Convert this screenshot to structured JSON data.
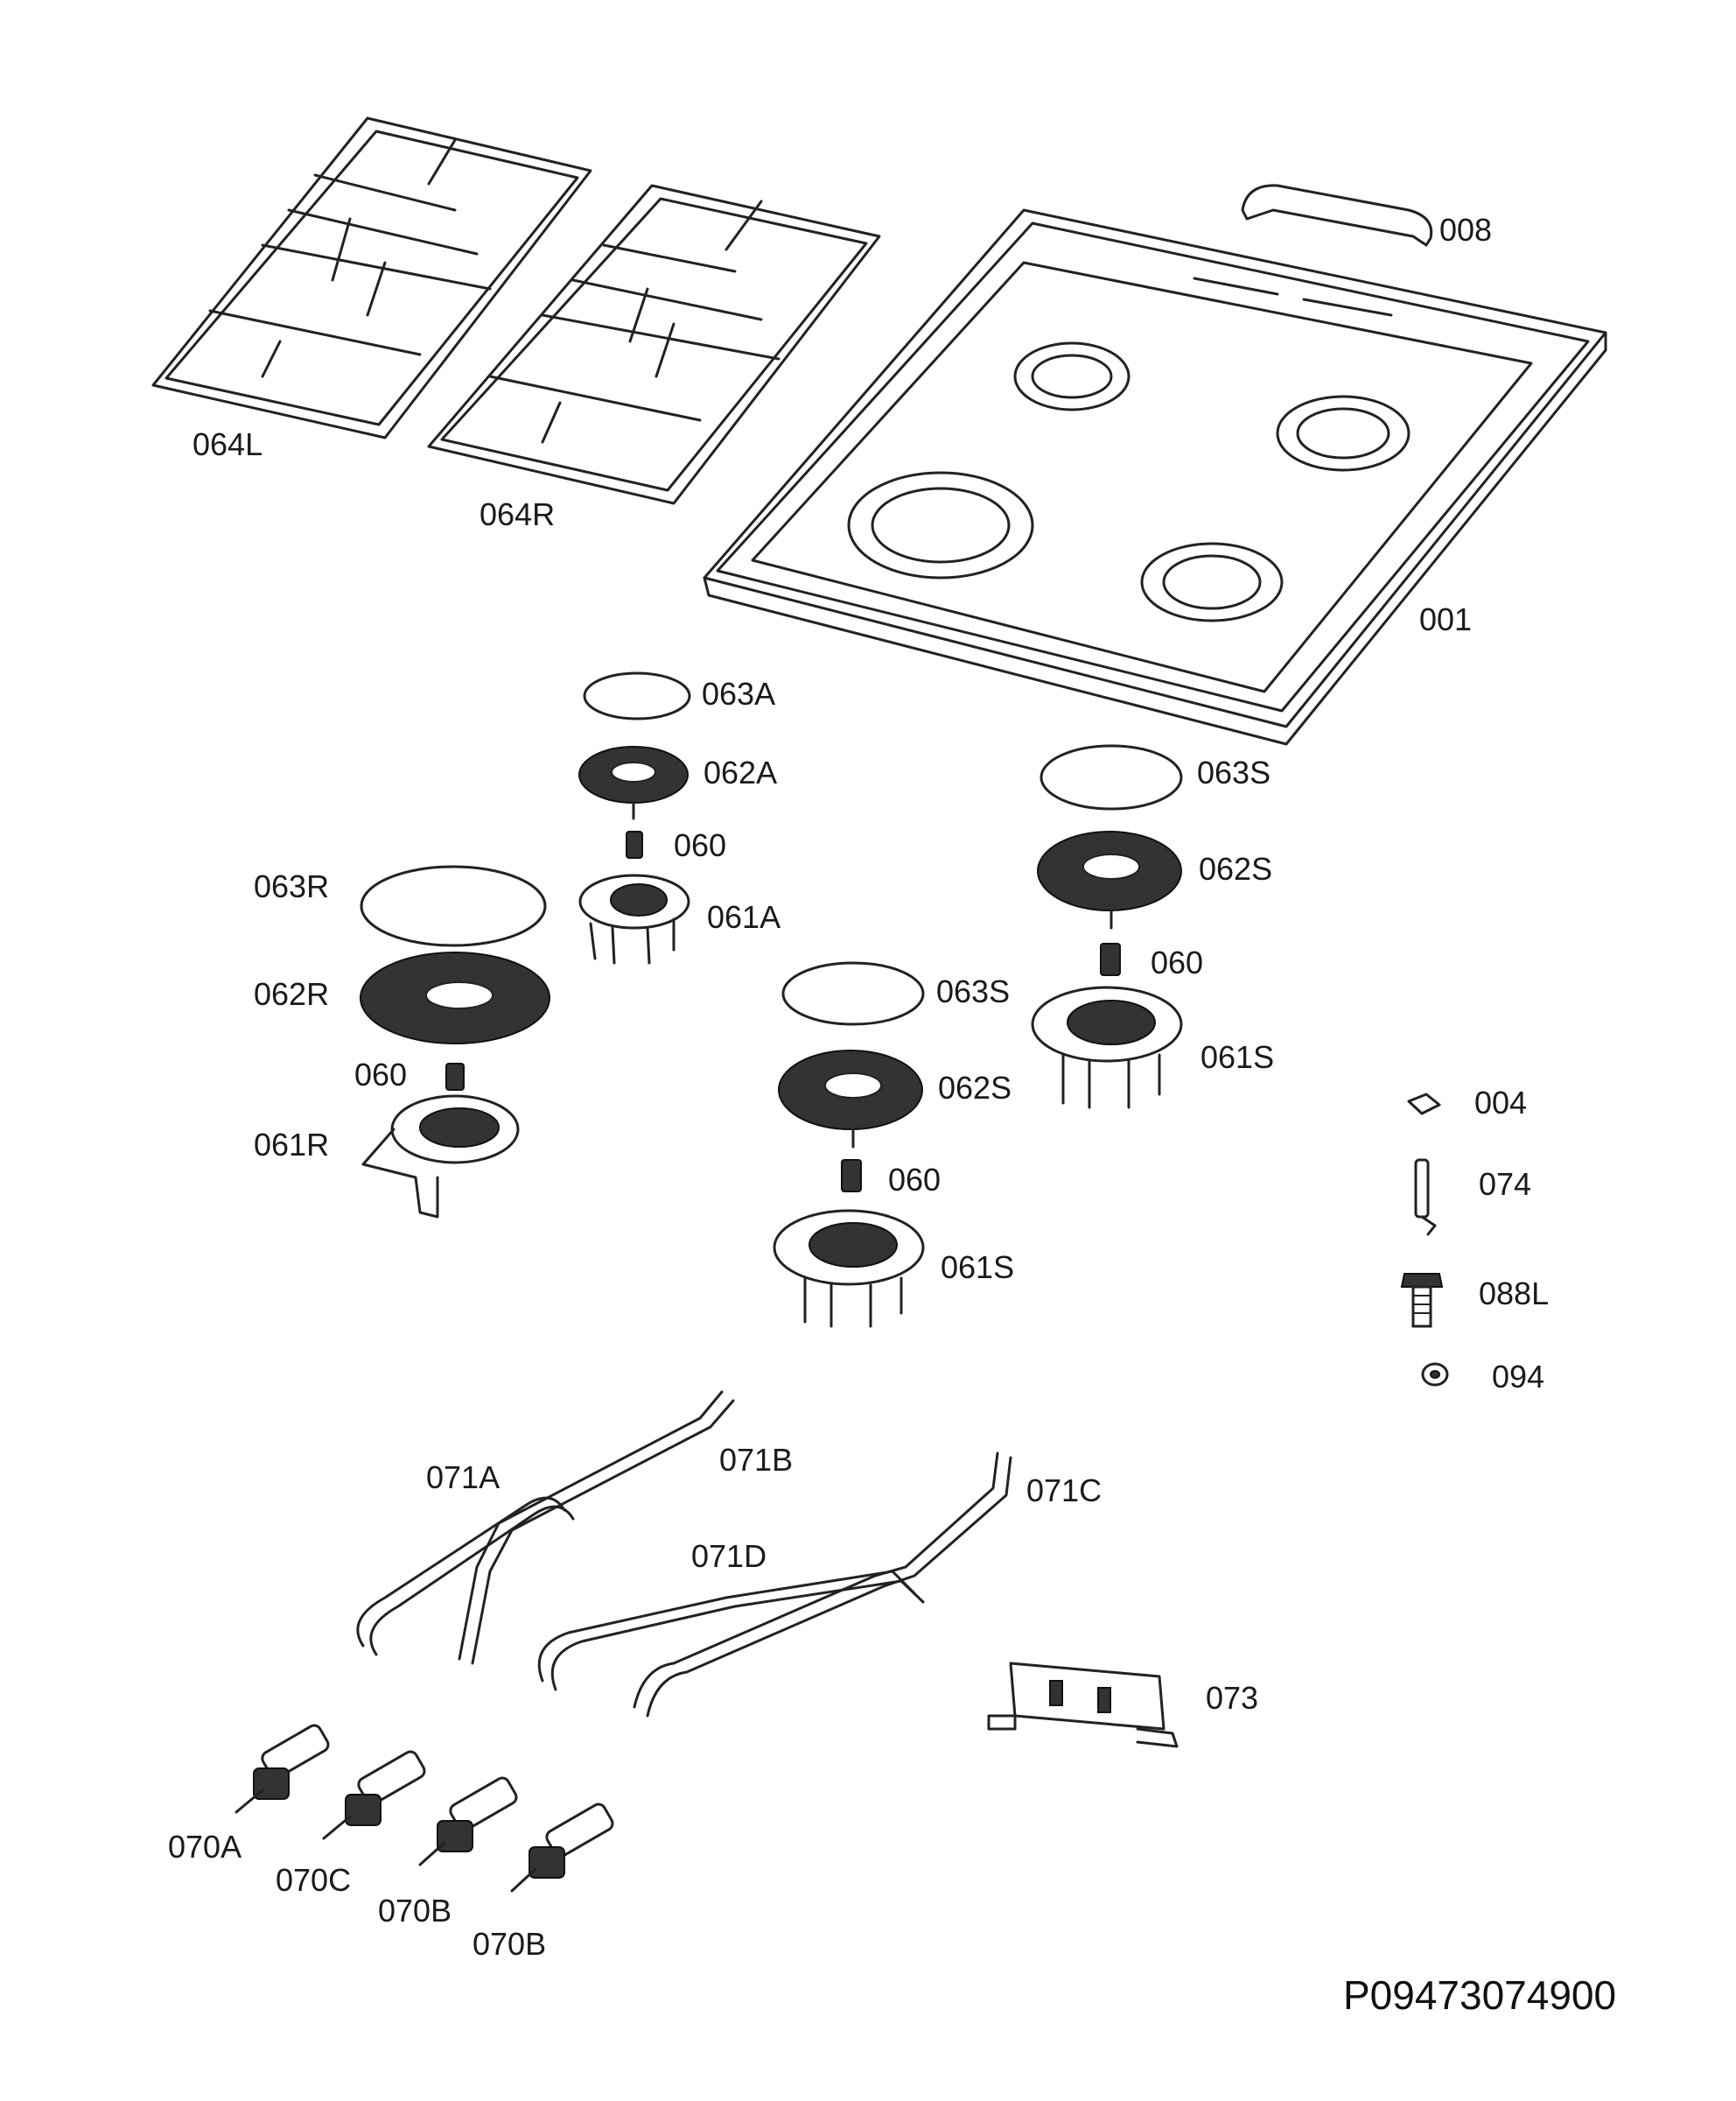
{
  "document_code": "P09473074900",
  "labels": {
    "l_064L": "064L",
    "l_064R": "064R",
    "l_008": "008",
    "l_001": "001",
    "l_063A": "063A",
    "l_062A": "062A",
    "l_060_a": "060",
    "l_061A": "061A",
    "l_063R": "063R",
    "l_062R": "062R",
    "l_060_r": "060",
    "l_061R": "061R",
    "l_063S_mid": "063S",
    "l_062S_mid": "062S",
    "l_060_mid": "060",
    "l_061S_mid": "061S",
    "l_063S_right": "063S",
    "l_062S_right": "062S",
    "l_060_right": "060",
    "l_061S_right": "061S",
    "l_004": "004",
    "l_074": "074",
    "l_088L": "088L",
    "l_094": "094",
    "l_071A": "071A",
    "l_071B": "071B",
    "l_071C": "071C",
    "l_071D": "071D",
    "l_073": "073",
    "l_070A": "070A",
    "l_070C": "070C",
    "l_070B_1": "070B",
    "l_070B_2": "070B"
  }
}
